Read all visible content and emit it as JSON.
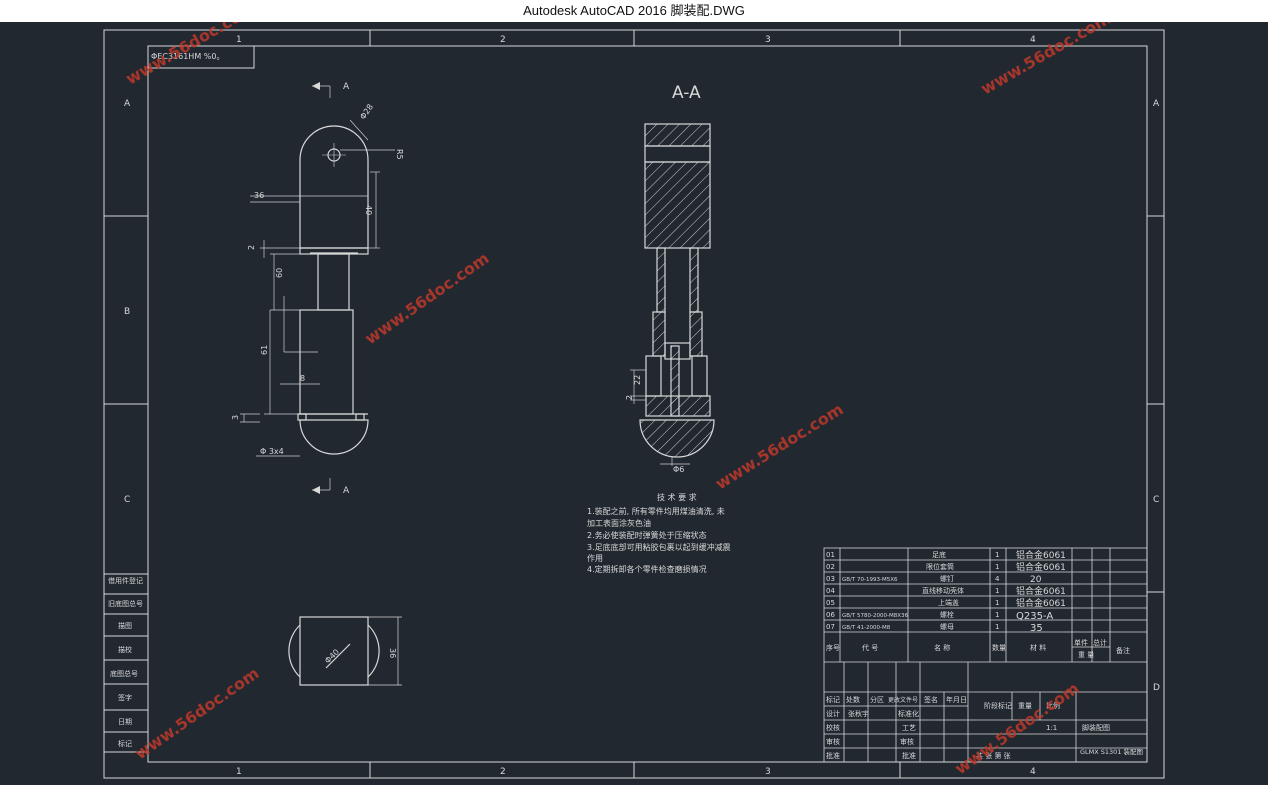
{
  "window": {
    "title": "Autodesk AutoCAD 2016     脚装配.DWG"
  },
  "colors": {
    "background": "#212830",
    "line": "#d8d8d8",
    "watermark": "#c0392b"
  },
  "frame": {
    "cols": [
      "1",
      "2",
      "3",
      "4"
    ],
    "rows": [
      "A",
      "B",
      "C",
      "D"
    ],
    "corner_code": "ΦEC3161HM %0。"
  },
  "views": {
    "section_title": "A-A",
    "section_mark": "A",
    "dims": {
      "d28": "Φ28",
      "r5": "R5",
      "w36": "36",
      "h40": "40",
      "h2a": "2",
      "h60": "60",
      "h61": "61",
      "w8": "8",
      "h3": "3",
      "d3x4": "Φ 3x4",
      "h22": "22",
      "h2b": "2",
      "d6": "Φ6",
      "h36": "36",
      "d40": "Φ40"
    }
  },
  "notes": {
    "title": "技 术 要 求",
    "lines": [
      "1.装配之前, 所有零件均用煤油清洗, 未",
      "   加工表面涂灰色油",
      "2.务必使装配时弹簧处于压缩状态",
      "3.足底底部可用粘胶包裹以起到缓冲减震",
      "   作用",
      "4.定期拆卸各个零件检查磨损情况"
    ]
  },
  "bom": {
    "rows": [
      {
        "no": "01",
        "code": "",
        "name": "足底",
        "qty": "1",
        "mat": "铝合金6061"
      },
      {
        "no": "02",
        "code": "",
        "name": "限位套筒",
        "qty": "1",
        "mat": "铝合金6061"
      },
      {
        "no": "03",
        "code": "GB/T 70-1993-M5X6",
        "name": "螺钉",
        "qty": "4",
        "mat": "20"
      },
      {
        "no": "04",
        "code": "",
        "name": "直线移动壳体",
        "qty": "1",
        "mat": "铝合金6061"
      },
      {
        "no": "05",
        "code": "",
        "name": "上端盖",
        "qty": "1",
        "mat": "铝合金6061"
      },
      {
        "no": "06",
        "code": "GB/T 5780-2000-M8X36",
        "name": "螺栓",
        "qty": "1",
        "mat": "Q235-A"
      },
      {
        "no": "07",
        "code": "GB/T 41-2000-M8",
        "name": "螺母",
        "qty": "1",
        "mat": "35"
      }
    ],
    "header": {
      "no": "序号",
      "code": "代 号",
      "name": "名 称",
      "qty": "数量",
      "mat": "材 料",
      "unit": "单件",
      "total": "总计",
      "weight": "重 量",
      "remark": "备注"
    }
  },
  "titleblock": {
    "marks": [
      "标记",
      "处数",
      "分区",
      "更改文件号",
      "签名",
      "年月日"
    ],
    "roles": [
      "设计",
      "校核",
      "审核",
      "批准"
    ],
    "role_extra": [
      "标准化",
      "工艺",
      "审核",
      "批准"
    ],
    "stage": "阶段标记",
    "weight": "重量",
    "scale": "比例",
    "sheets": "共 张 第 张",
    "drawing_name": "脚装配图",
    "drawing_no": "GLMX S1301 装配图",
    "designer_name": "张秋宇",
    "ratio": "1:1"
  },
  "leftpanel": {
    "labels": [
      "借用件登记",
      "旧底图总号",
      "描图",
      "描校",
      "底图总号",
      "签字",
      "日期",
      "标记"
    ]
  },
  "watermark": {
    "text": "www.56doc.com"
  }
}
